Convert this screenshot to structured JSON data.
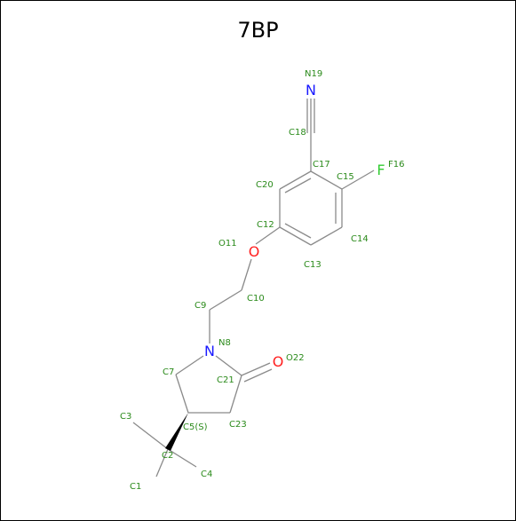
{
  "title": "7BP",
  "colors": {
    "bond": "#8a8a8a",
    "label": "#2a8a1a",
    "nitrogen": "#1a1aff",
    "oxygen": "#ff2020",
    "fluorine": "#33cc33",
    "wedge": "#000000"
  },
  "elements": {
    "N19": "N",
    "O11": "O",
    "N8": "N",
    "O22": "O",
    "F16": "F"
  },
  "labels": {
    "N19": "N19",
    "C18": "C18",
    "C17": "C17",
    "C15": "C15",
    "F16": "F16",
    "C20": "C20",
    "C12": "C12",
    "C14": "C14",
    "O11": "O11",
    "C13": "C13",
    "C10": "C10",
    "C9": "C9",
    "N8": "N8",
    "O22": "O22",
    "C7": "C7",
    "C21": "C21",
    "C3": "C3",
    "C5": "C5(S)",
    "C23": "C23",
    "C2": "C2",
    "C1": "C1",
    "C4": "C4"
  }
}
